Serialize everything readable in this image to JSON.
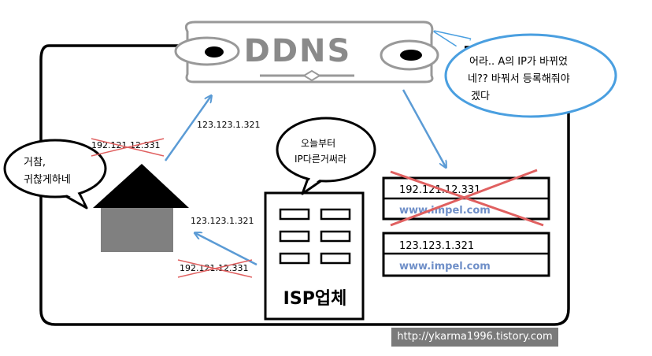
{
  "ddns": {
    "title": "DDNS"
  },
  "ddns_bubble": {
    "line1": "어라.. A의 IP가 바뀌었",
    "line2": "네?? 바꿔서 등록해줘야",
    "line3": "겠다"
  },
  "house_bubble": {
    "line1": "거참,",
    "line2": "귀찮게하네"
  },
  "isp_bubble": {
    "line1": "오늘부터",
    "line2": "IP다른거써라"
  },
  "isp": {
    "label": "ISP업체"
  },
  "arrows": {
    "house_to_ddns_old_ip": "192.121.12.331",
    "house_to_ddns_new_ip": "123.123.1.321",
    "isp_to_house_new_ip": "123.123.1.321",
    "isp_to_house_old_ip": "192.121.12.331"
  },
  "records": [
    {
      "ip": "192.121.12.331",
      "domain": "www.impel.com",
      "crossed": true
    },
    {
      "ip": "123.123.1.321",
      "domain": "www.impel.com",
      "crossed": false
    }
  ],
  "watermark": "http://ykarma1996.tistory.com",
  "colors": {
    "arrow": "#5b9bd5",
    "domain": "#6f8fc8",
    "cross": "#e06060",
    "bubble_stroke": "#4a9fe0"
  }
}
